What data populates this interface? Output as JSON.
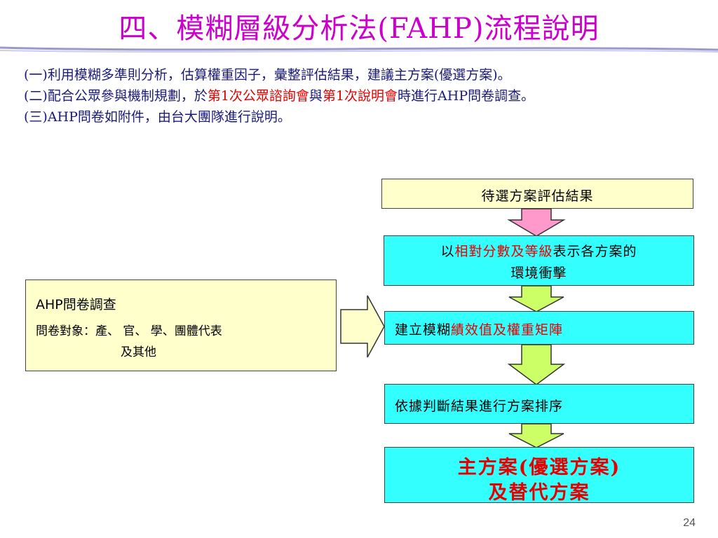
{
  "title": "四、模糊層級分析法(FAHP)流程說明",
  "bullets": [
    {
      "parts": [
        {
          "text": "(一)利用模糊多準則分析，估算權重因子，彙整評估結果，建議主方案(優選方案)。",
          "red": false
        }
      ]
    },
    {
      "parts": [
        {
          "text": "(二)配合公眾參與機制規劃，於",
          "red": false
        },
        {
          "text": "第1次公眾諮詢會",
          "red": true
        },
        {
          "text": "與",
          "red": false
        },
        {
          "text": "第1次說明會",
          "red": true
        },
        {
          "text": "時進行AHP問卷調查。",
          "red": false
        }
      ]
    },
    {
      "parts": [
        {
          "text": "(三)AHP問卷如附件，由台大團隊進行說明。",
          "red": false
        }
      ]
    }
  ],
  "left_box": {
    "line1": "AHP問卷調查",
    "line2": "問卷對象：產、 官、 學、團體代表",
    "line3": "及其他"
  },
  "flow": {
    "step1": "待選方案評估結果",
    "step2": {
      "p1": "以",
      "p2": "相對分數及等級",
      "p3": "表示各方案的",
      "p4": "環境衝擊"
    },
    "step3": {
      "p1": "建立模糊",
      "p2": "績效值及權重矩陣"
    },
    "step4": "依據判斷結果進行方案排序",
    "step5": {
      "line1": "主方案(優選方案)",
      "line2": "及替代方案"
    }
  },
  "colors": {
    "title": "#cc00cc",
    "body_text": "#1a1a7a",
    "highlight": "#e60000",
    "yellow_box": "#ffffcc",
    "cyan_box": "#33ffff",
    "pink_arrow": "#ff99cc",
    "green_arrow": "#ccff66"
  },
  "page_number": "24"
}
